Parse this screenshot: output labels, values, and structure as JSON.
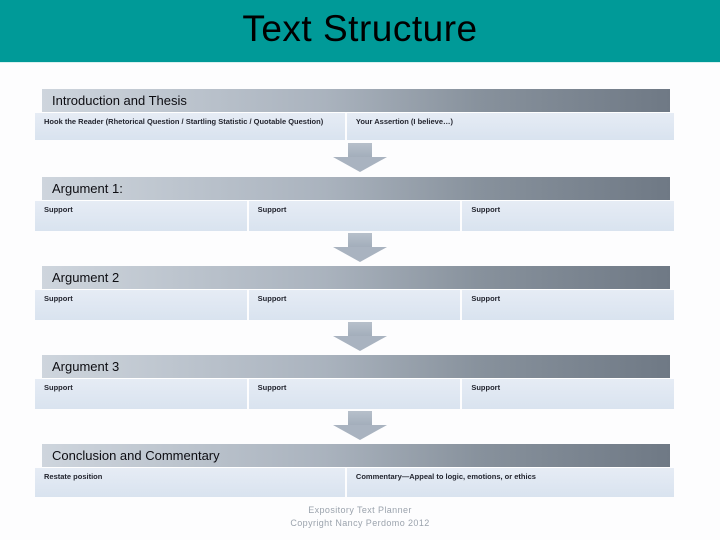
{
  "title": "Text Structure",
  "theme": {
    "title_band_color": "#009a98",
    "title_text_color": "#000000",
    "section_header_gradient_left": "#ced5dd",
    "section_header_gradient_right": "#6f7985",
    "cell_background": "#dde6f1",
    "arrow_color": "#a9b3c0",
    "footer_text_color": "#9ba3ad",
    "page_background": "#fdfdfe"
  },
  "sections": [
    {
      "header": "Introduction and Thesis",
      "cells": [
        "Hook the Reader (Rhetorical Question / Startling Statistic / Quotable Question)",
        "Your Assertion (I believe…)"
      ]
    },
    {
      "header": "Argument 1:",
      "cells": [
        "Support",
        "Support",
        "Support"
      ]
    },
    {
      "header": "Argument 2",
      "cells": [
        "Support",
        "Support",
        "Support"
      ]
    },
    {
      "header": "Argument 3",
      "cells": [
        "Support",
        "Support",
        "Support"
      ]
    },
    {
      "header": "Conclusion and Commentary",
      "cells": [
        "Restate position",
        "Commentary—Appeal to logic, emotions, or ethics"
      ]
    }
  ],
  "footer": {
    "line1": "Expository Text Planner",
    "line2": "Copyright Nancy Perdomo 2012"
  }
}
